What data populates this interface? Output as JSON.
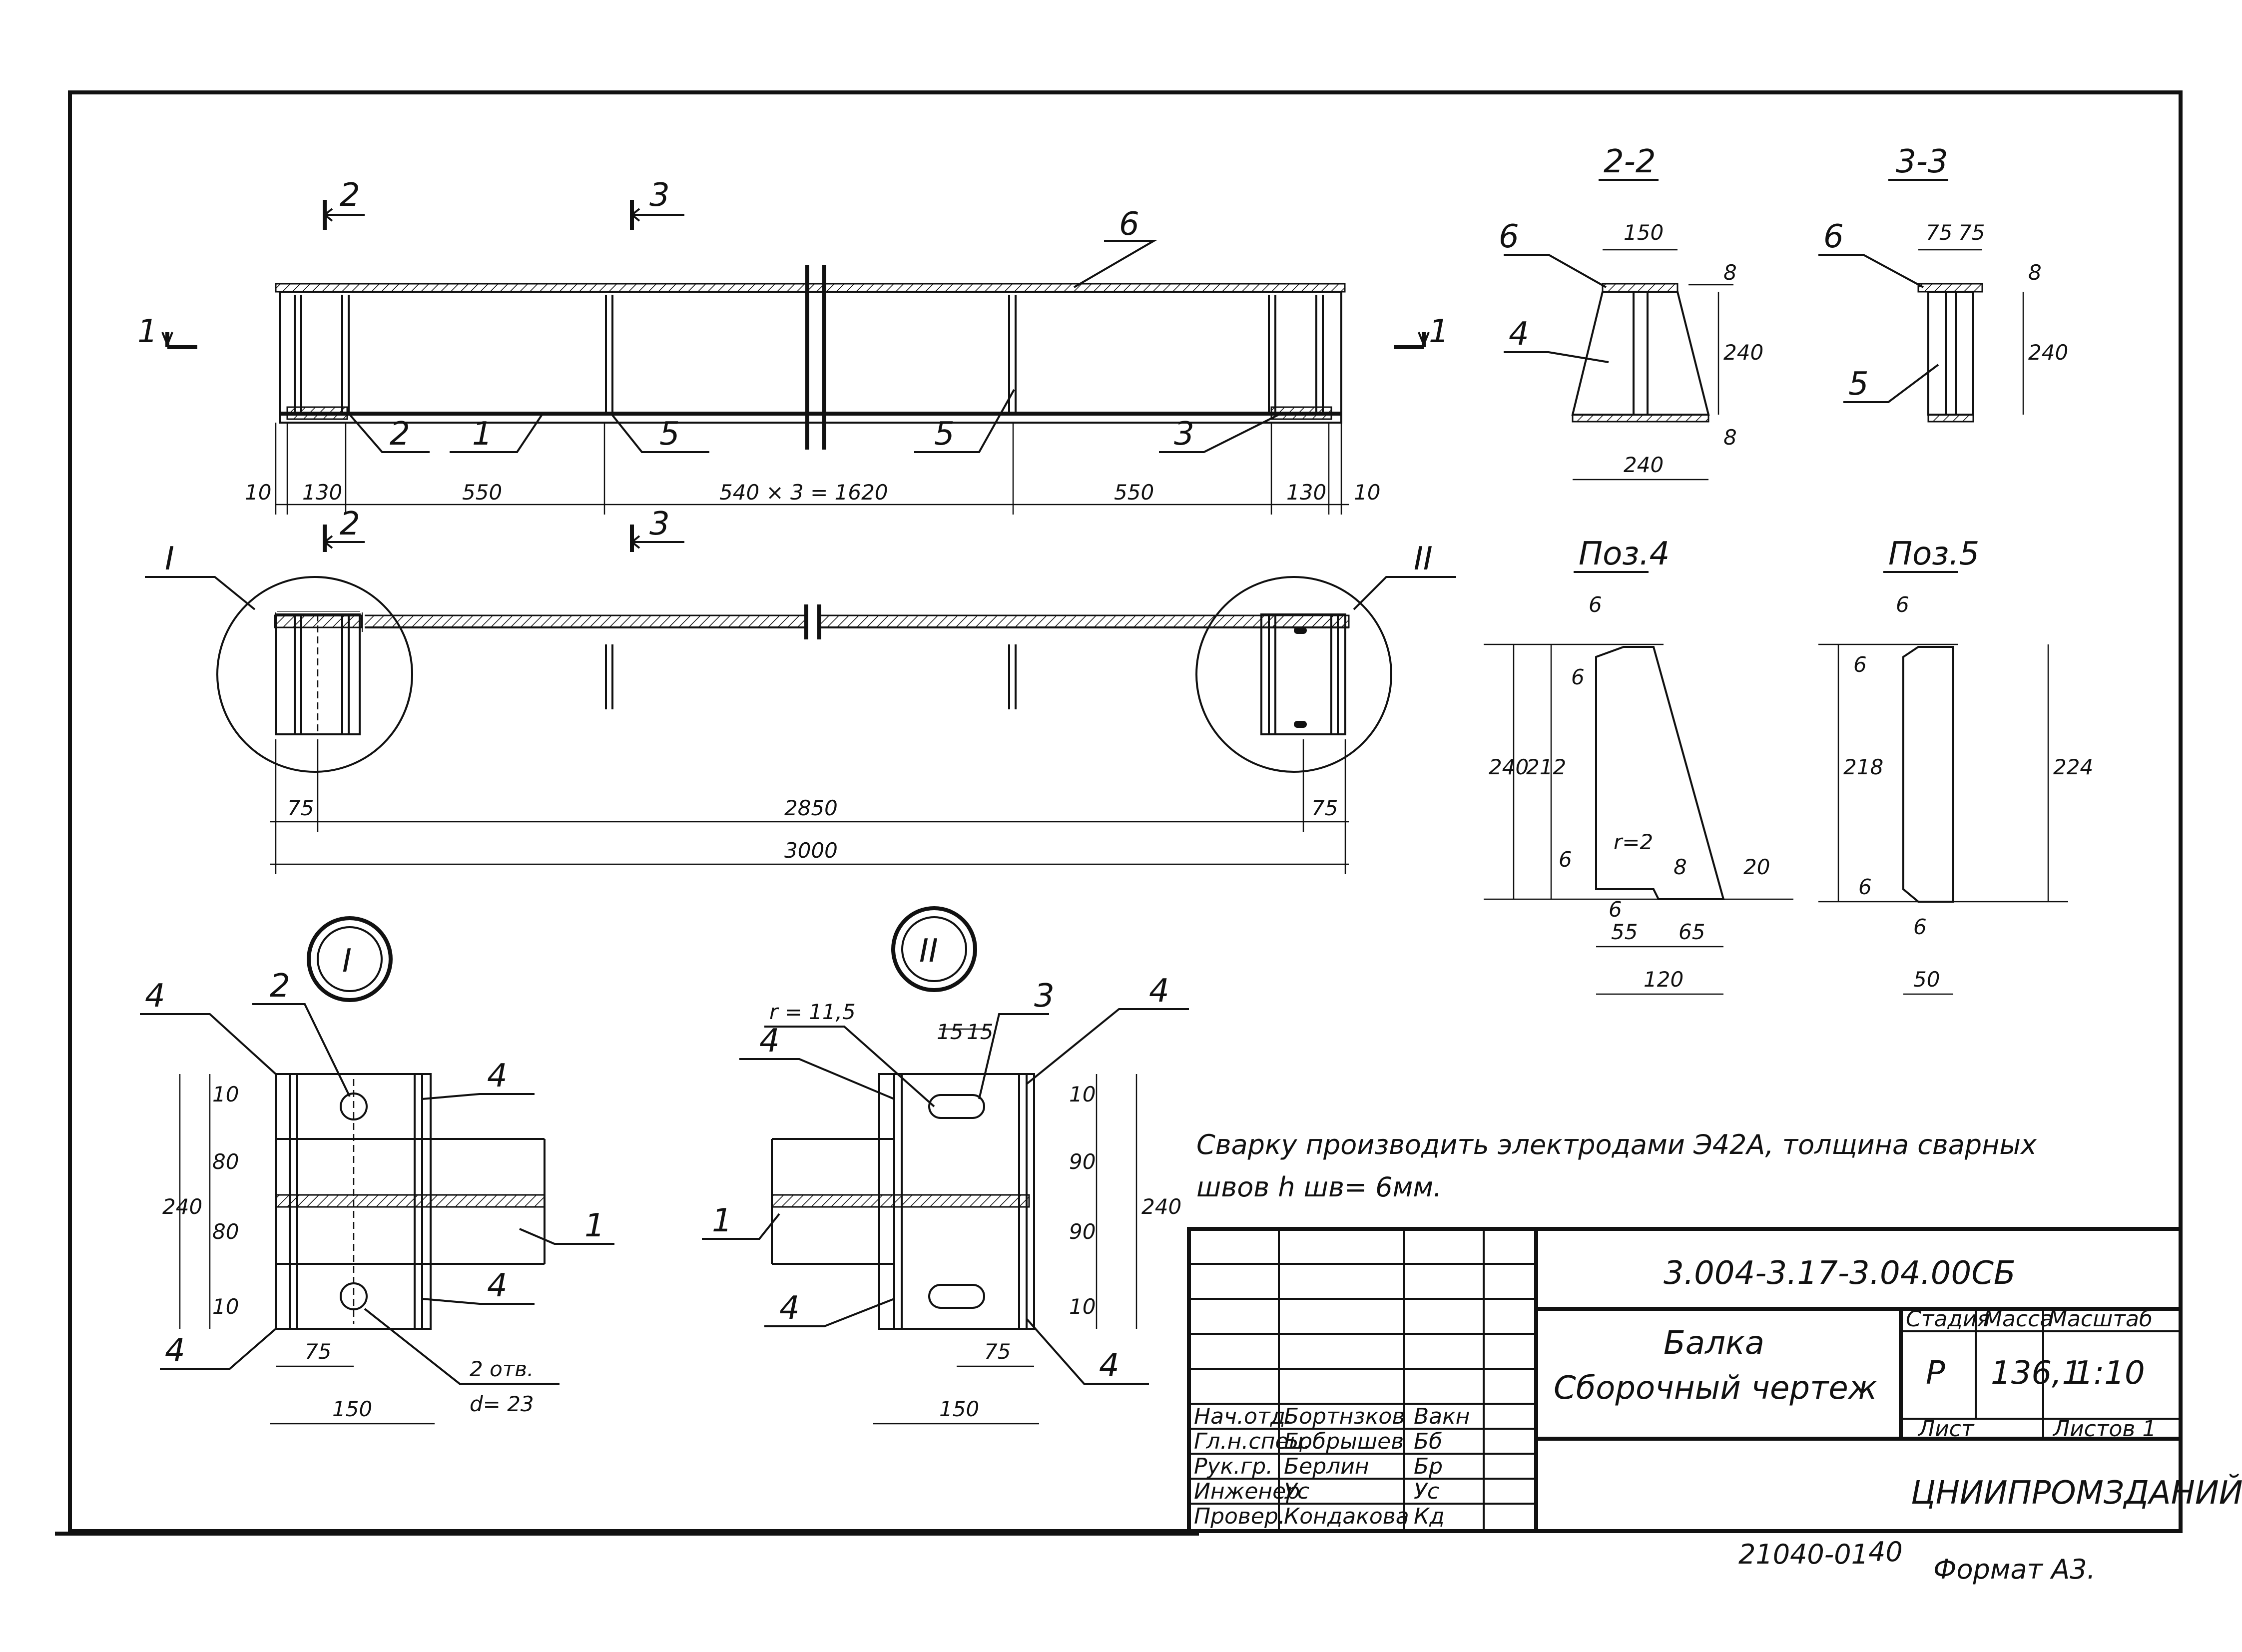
{
  "drawing": {
    "cut_marks": {
      "sec2": "2",
      "sec3": "3",
      "sec1": "1"
    },
    "parts": {
      "p1": "1",
      "p2": "2",
      "p3": "3",
      "p4": "4",
      "p5": "5",
      "p6": "6"
    },
    "elevation_dims": [
      "10",
      "130",
      "550",
      "540 × 3 = 1620",
      "550",
      "130",
      "10"
    ],
    "plan_dims": {
      "d75a": "75",
      "d2850": "2850",
      "d75b": "75",
      "d3000": "3000"
    },
    "callouts": {
      "c1": "I",
      "c2": "II"
    },
    "section22": {
      "title": "2-2",
      "w_top": "150",
      "h": "240",
      "t_top": "8",
      "t_bot": "8",
      "w_bot": "240"
    },
    "section33": {
      "title": "3-3",
      "a": "75",
      "b": "75",
      "t": "8",
      "h": "240"
    },
    "poz4": {
      "title": "Поз.4",
      "d6top": "6",
      "d6side": "6",
      "h240": "240",
      "h212": "212",
      "r": "r=2",
      "d6b": "6",
      "d8": "8",
      "d20": "20",
      "d6c": "6",
      "d55": "55",
      "d65": "65",
      "d120": "120"
    },
    "poz5": {
      "title": "Поз.5",
      "d6top": "6",
      "d6side": "6",
      "h218": "218",
      "h224": "224",
      "d6b": "6",
      "d6c": "6",
      "d50": "50"
    },
    "detail1": {
      "d10a": "10",
      "d80a": "80",
      "d80b": "80",
      "d10b": "10",
      "h240": "240",
      "d75": "75",
      "d150": "150",
      "holes": "2 отв.",
      "dia": "d= 23"
    },
    "detail2": {
      "r": "r = 11,5",
      "d15a": "15",
      "d15b": "15",
      "d10a": "10",
      "d90a": "90",
      "d90b": "90",
      "d10b": "10",
      "h240": "240",
      "d75": "75",
      "d150": "150"
    },
    "note_line1": "Сварку производить электродами Э42А, толщина сварных",
    "note_line2": "швов h шв= 6мм."
  },
  "title_block": {
    "code": "3.004-3.17-3.04.00СБ",
    "name1": "Балка",
    "name2": "Сборочный чертеж",
    "col_stage": "Стадия",
    "col_mass": "Масса",
    "col_scale": "Масштаб",
    "stage": "Р",
    "mass": "136,1",
    "scale": "1:10",
    "sheet_label": "Лист",
    "sheets_label": "Листов 1",
    "org": "ЦНИИПРОМЗДАНИЙ",
    "rows": [
      {
        "role": "Нач.отд.",
        "name": "Бортнзков",
        "sign": "Вакн"
      },
      {
        "role": "Гл.н.спец.",
        "name": "Бобрышев",
        "sign": "Бб"
      },
      {
        "role": "Рук.гр.",
        "name": "Берлин",
        "sign": "Бр"
      },
      {
        "role": "Инженер",
        "name": "Ус",
        "sign": "Ус"
      },
      {
        "role": "Провер.",
        "name": "Кондакова",
        "sign": "Кд"
      }
    ]
  },
  "footer": {
    "num": "21040-01",
    "page": "40",
    "format": "Формат А3."
  }
}
